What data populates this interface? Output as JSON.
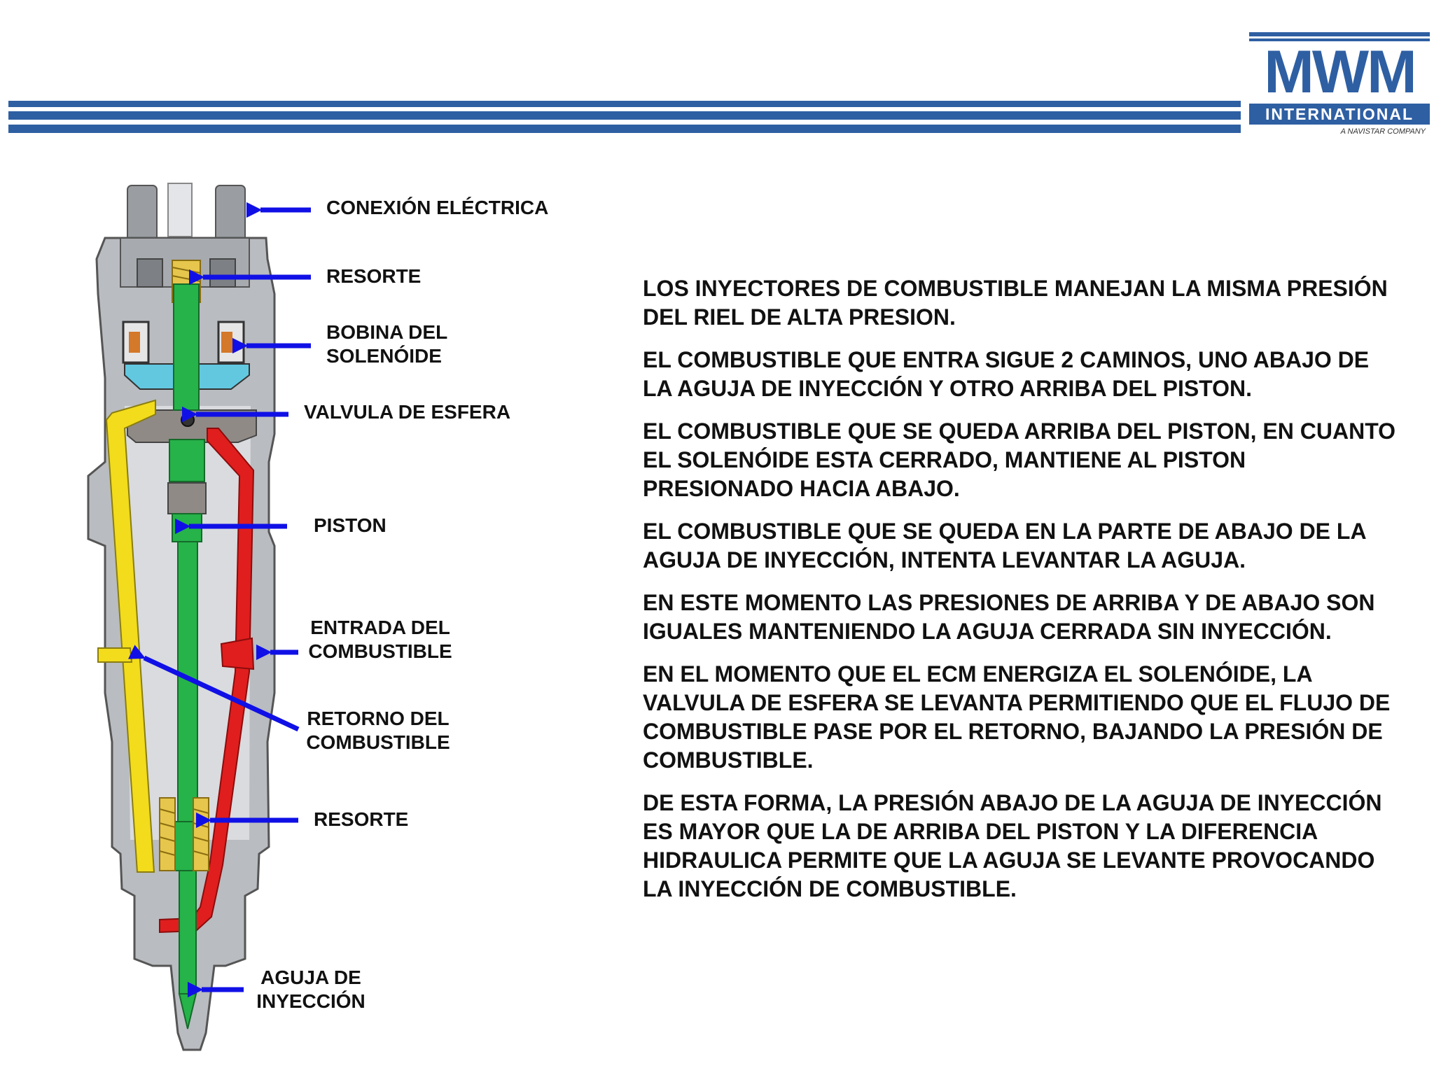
{
  "logo": {
    "brand": "MWM",
    "subtitle": "INTERNATIONAL",
    "tagline": "A NAVISTAR COMPANY"
  },
  "labels": {
    "conexion": "CONEXIÓN ELÉCTRICA",
    "resorte_top": "RESORTE",
    "bobina_1": "BOBINA DEL",
    "bobina_2": "SOLENÓIDE",
    "valvula": "VALVULA DE ESFERA",
    "piston": "PISTON",
    "entrada_1": "ENTRADA DEL",
    "entrada_2": "COMBUSTIBLE",
    "retorno_1": "RETORNO DEL",
    "retorno_2": "COMBUSTIBLE",
    "resorte_bottom": "RESORTE",
    "aguja_1": "AGUJA DE",
    "aguja_2": "INYECCIÓN"
  },
  "paragraphs": [
    "LOS INYECTORES DE COMBUSTIBLE MANEJAN LA MISMA PRESIÓN DEL RIEL DE ALTA PRESION.",
    "EL COMBUSTIBLE QUE ENTRA SIGUE 2 CAMINOS, UNO ABAJO DE LA AGUJA DE INYECCIÓN Y OTRO ARRIBA DEL PISTON.",
    "EL COMBUSTIBLE QUE SE QUEDA ARRIBA DEL PISTON, EN CUANTO EL SOLENÓIDE ESTA CERRADO, MANTIENE AL PISTON PRESIONADO HACIA ABAJO.",
    "EL COMBUSTIBLE QUE SE QUEDA EN LA PARTE DE ABAJO DE LA AGUJA DE INYECCIÓN, INTENTA LEVANTAR LA AGUJA.",
    "EN ESTE MOMENTO LAS PRESIONES DE ARRIBA Y DE ABAJO SON IGUALES MANTENIENDO LA AGUJA CERRADA SIN INYECCIÓN.",
    "EN EL MOMENTO QUE EL ECM ENERGIZA EL SOLENÓIDE, LA VALVULA DE ESFERA SE LEVANTA PERMITIENDO QUE EL FLUJO DE COMBUSTIBLE PASE POR EL RETORNO, BAJANDO LA PRESIÓN DE COMBUSTIBLE.",
    "DE ESTA FORMA, LA PRESIÓN ABAJO DE LA AGUJA DE INYECCIÓN ES MAYOR QUE LA DE ARRIBA DEL PISTON Y LA DIFERENCIA HIDRAULICA PERMITE QUE LA AGUJA SE LEVANTE PROVOCANDO LA INYECCIÓN DE COMBUSTIBLE."
  ],
  "colors": {
    "brand_blue": "#2e5fa3",
    "arrow_blue": "#1010e6",
    "body_gray": "#b9bcc0",
    "piston_green": "#26b34a",
    "inlet_yellow": "#f2dc1c",
    "return_red": "#e01e1e",
    "cyan": "#62c8e0",
    "coil_orange": "#d4782a"
  }
}
